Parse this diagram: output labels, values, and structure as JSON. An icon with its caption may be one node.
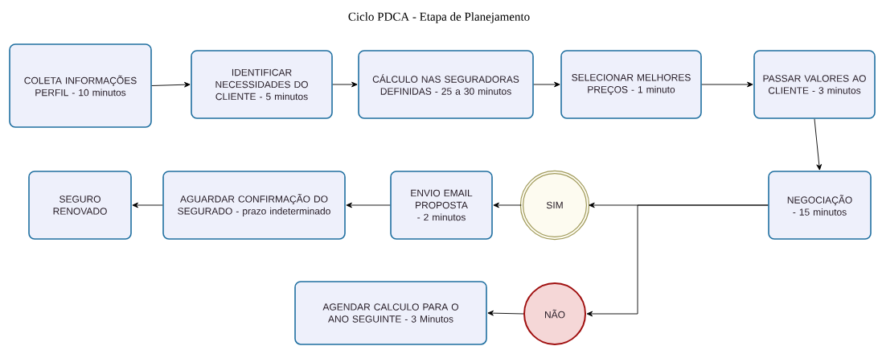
{
  "diagram": {
    "title": "Ciclo PDCA - Etapa de Planejamento",
    "nodes": [
      {
        "text": [
          "COLETA INFORMAÇÕES PERFIL - 10 minutos"
        ]
      },
      {
        "text": [
          "IDENTIFICAR NECESSIDADES DO CLIENTE - 5 minutos"
        ]
      },
      {
        "text": [
          "CÁLCULO NAS SEGURADORAS DEFINIDAS - 25 a 30 minutos"
        ]
      },
      {
        "text": [
          "SELECIONAR MELHORES PREÇOS - 1 minuto"
        ]
      },
      {
        "text": [
          "PASSAR VALORES AO CLIENTE - 3 minutos"
        ]
      },
      {
        "text": [
          "NEGOCIAÇÃO - 15 minutos"
        ]
      },
      {
        "text": [
          "SIM"
        ]
      },
      {
        "text": [
          "ENVIO EMAIL PROPOSTA - 2 minutos"
        ]
      },
      {
        "text": [
          "AGUARDAR CONFIRMAÇÃO DO SEGURADO - prazo indeterminado"
        ]
      },
      {
        "text": [
          "SEGURO RENOVADO"
        ]
      },
      {
        "text": [
          "NÃO"
        ]
      },
      {
        "text": [
          "AGENDAR CALCULO PARA O ANO SEGUINTE - 3 Minutos"
        ]
      }
    ],
    "edges": [
      {
        "from": 0,
        "to": 1,
        "arrow": "to"
      },
      {
        "from": 1,
        "to": 2,
        "arrow": "to"
      },
      {
        "from": 2,
        "to": 3,
        "arrow": "to"
      },
      {
        "from": 3,
        "to": 4,
        "arrow": "to"
      },
      {
        "from": 4,
        "to": 5,
        "arrow": "to"
      },
      {
        "from": 5,
        "to": 6,
        "arrow": "to"
      },
      {
        "from": 5,
        "to": 10,
        "arrow": "to"
      },
      {
        "from": 6,
        "to": 7,
        "arrow": "to"
      },
      {
        "from": 7,
        "to": 8,
        "arrow": "to"
      },
      {
        "from": 8,
        "to": 9,
        "arrow": "to"
      },
      {
        "from": 10,
        "to": 11,
        "arrow": "to"
      }
    ]
  }
}
